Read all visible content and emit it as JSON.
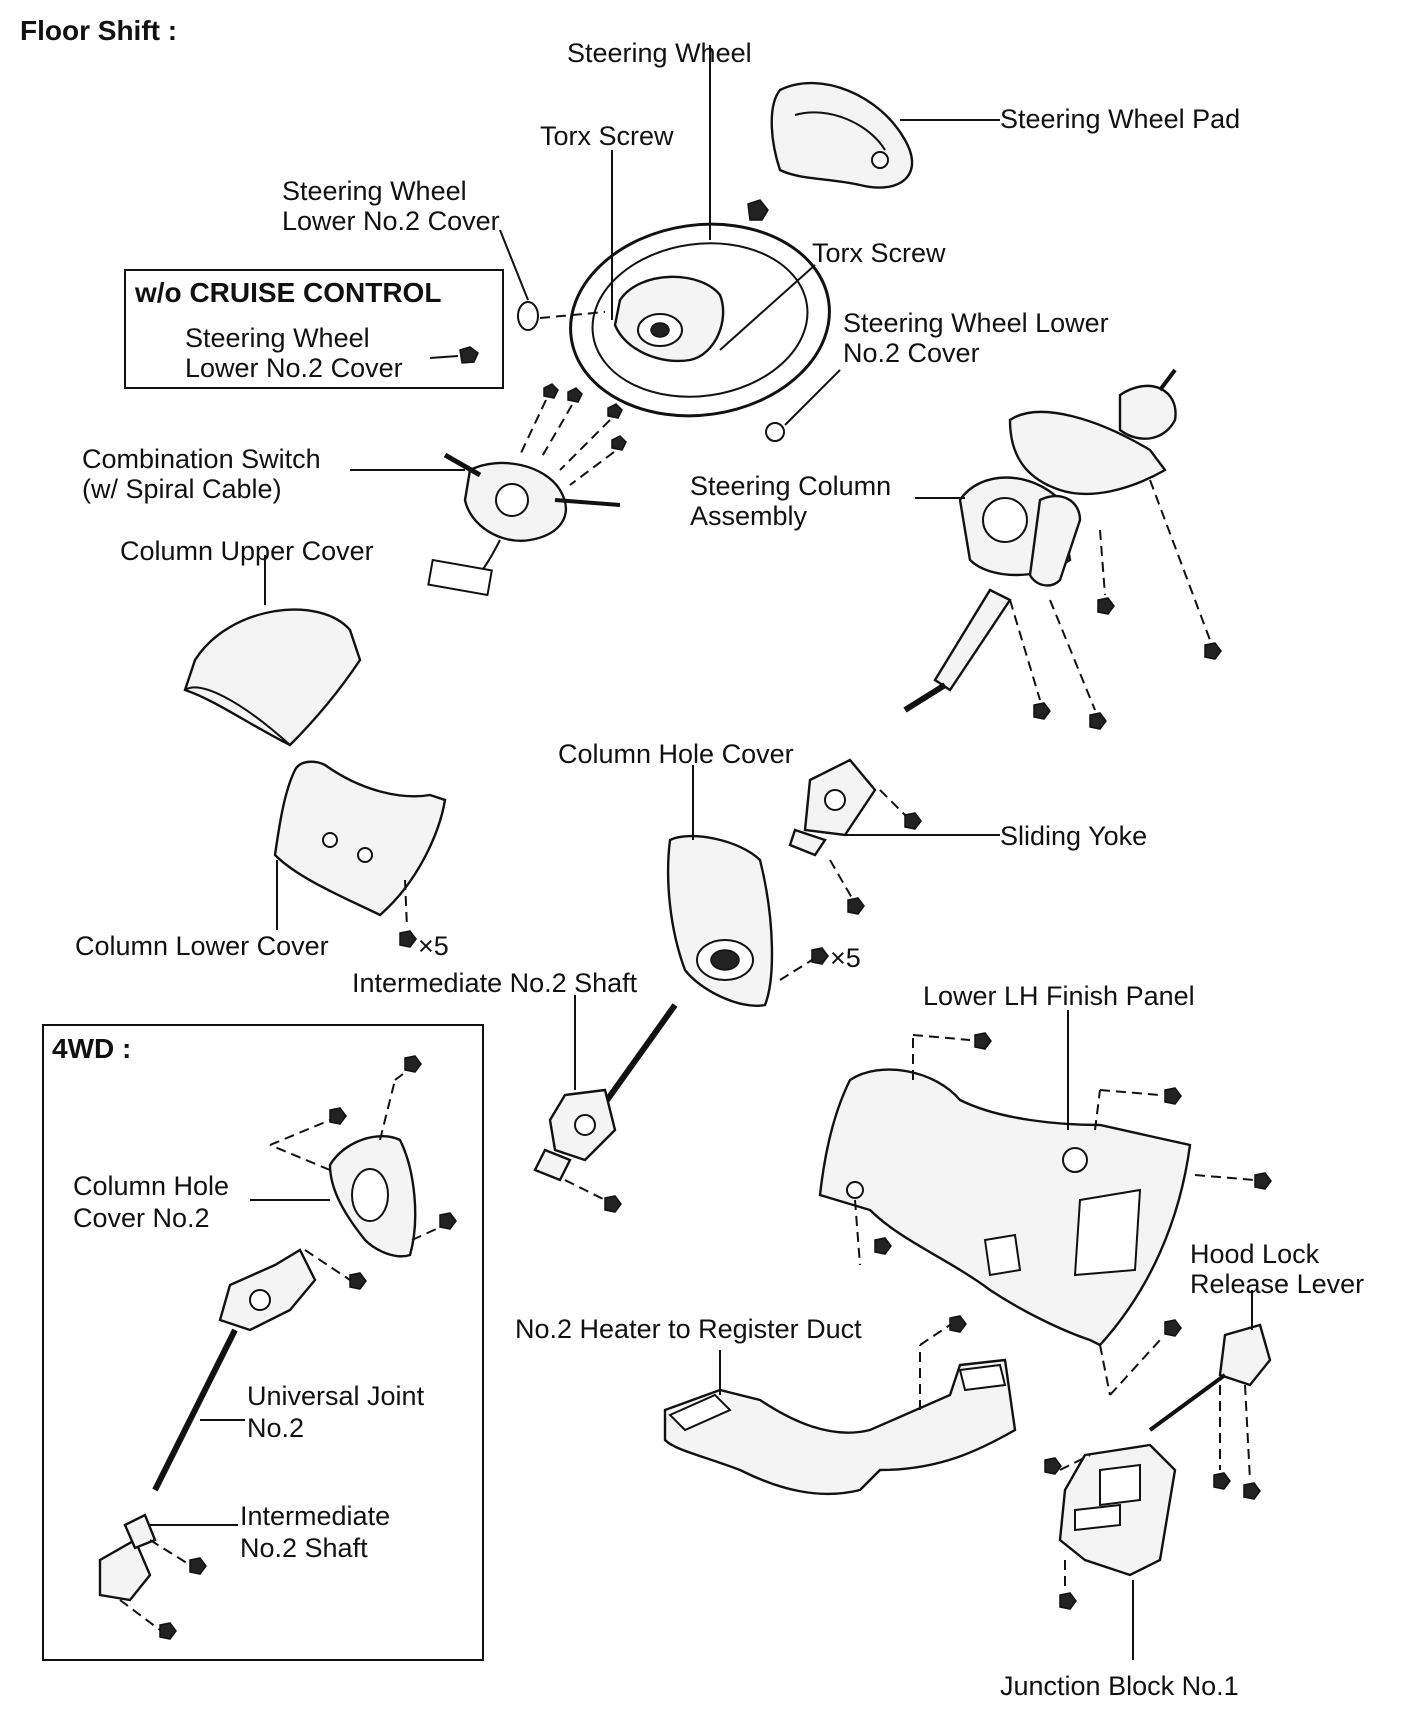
{
  "header": {
    "title": "Floor Shift :"
  },
  "boxes": {
    "cruise": {
      "title": "w/o CRUISE CONTROL",
      "line1": "Steering Wheel",
      "line2": "Lower No.2 Cover"
    },
    "fourwd": {
      "title": "4WD :"
    }
  },
  "labels": {
    "steering_wheel": "Steering Wheel",
    "steering_wheel_pad": "Steering Wheel Pad",
    "torx_screw_1": "Torx Screw",
    "torx_screw_2": "Torx Screw",
    "sw_lower_cover_l1": "Steering Wheel",
    "sw_lower_cover_l2": "Lower No.2 Cover",
    "sw_lower_cover_r1": "Steering Wheel Lower",
    "sw_lower_cover_r2": "No.2 Cover",
    "combination_switch_1": "Combination Switch",
    "combination_switch_2": "(w/  Spiral Cable)",
    "steering_column_1": "Steering Column",
    "steering_column_2": "Assembly",
    "column_upper_cover": "Column Upper Cover",
    "column_hole_cover": "Column Hole Cover",
    "sliding_yoke": "Sliding Yoke",
    "column_lower_cover": "Column Lower Cover",
    "qty_x5_a": "×5",
    "qty_x5_b": "×5",
    "intermediate_shaft": "Intermediate No.2 Shaft",
    "lower_lh_panel": "Lower LH Finish Panel",
    "column_hole_cover2_l1": "Column Hole",
    "column_hole_cover2_l2": "Cover No.2",
    "hood_lock_l1": "Hood Lock",
    "hood_lock_l2": "Release Lever",
    "heater_duct": "No.2 Heater to Register Duct",
    "universal_joint_l1": "Universal Joint",
    "universal_joint_l2": "No.2",
    "intermediate_4wd_l1": "Intermediate",
    "intermediate_4wd_l2": "No.2 Shaft",
    "junction_block": "Junction Block No.1"
  }
}
